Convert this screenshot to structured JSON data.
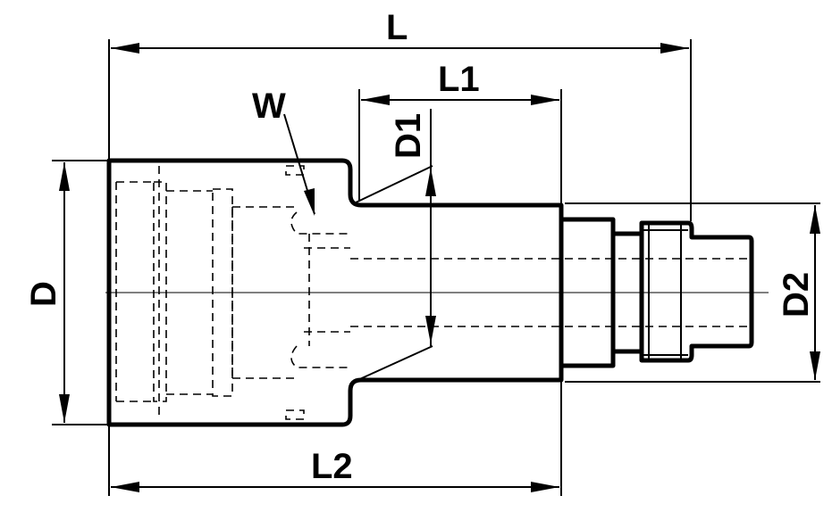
{
  "drawing": {
    "labels": {
      "L": "L",
      "L1": "L1",
      "L2": "L2",
      "D": "D",
      "D1": "D1",
      "D2": "D2",
      "W": "W"
    }
  }
}
